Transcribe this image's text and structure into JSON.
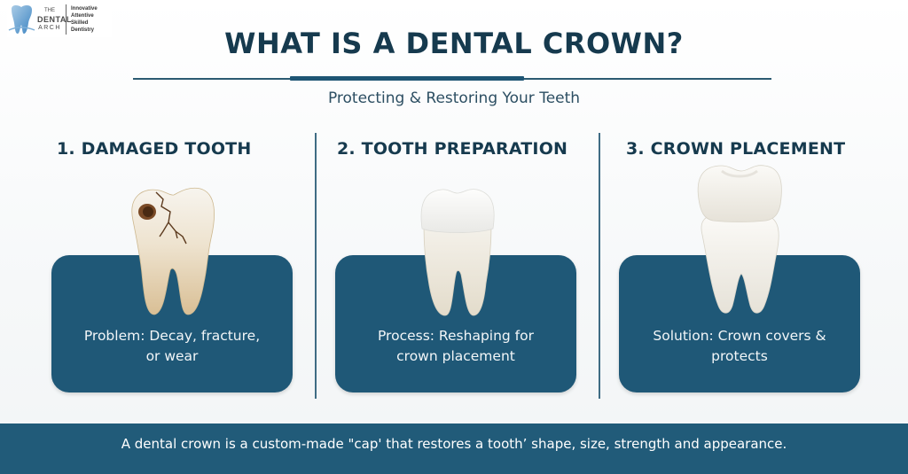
{
  "logo": {
    "brand_line1": "THE",
    "brand_line2": "DENTAL",
    "brand_line3": "ARCH",
    "tagline": [
      "Innovative",
      "Attentive",
      "Skilled",
      "Dentistry"
    ],
    "icon": "tooth-logo-icon"
  },
  "header": {
    "title": "WHAT IS A DENTAL CROWN?",
    "subtitle": "Protecting & Restoring Your Teeth"
  },
  "steps": [
    {
      "heading": "1. DAMAGED TOOTH",
      "icon": "damaged-tooth-icon",
      "text_line1": "Problem: Decay, fracture,",
      "text_line2": "or wear"
    },
    {
      "heading": "2. TOOTH PREPARATION",
      "icon": "prepared-tooth-icon",
      "text_line1": "Process: Reshaping for",
      "text_line2": "crown placement"
    },
    {
      "heading": "3. CROWN PLACEMENT",
      "icon": "crown-placement-icon",
      "text_line1": "Solution: Crown covers &",
      "text_line2": "protects"
    }
  ],
  "footer": {
    "text": "A dental crown is a custom-made \"cap' that restores a tooth’ shape, size, strength and appearance."
  },
  "colors": {
    "primary": "#163a4e",
    "card": "#1f5877",
    "banner": "#215b79",
    "background": "#ffffff"
  }
}
